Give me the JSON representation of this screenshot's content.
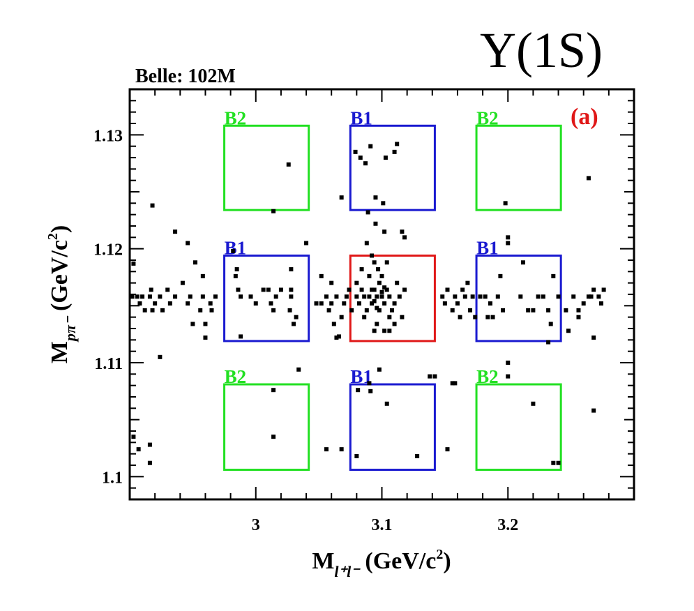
{
  "header": {
    "title": "Υ(1S)",
    "dataset": "Belle: 102M",
    "panel": "(a)"
  },
  "colors": {
    "signal": "#e01818",
    "b1": "#1a1ad0",
    "b2": "#22e022",
    "point": "#000000",
    "panel_label": "#e01818"
  },
  "chart_data": {
    "type": "scatter",
    "xlabel": {
      "main": "M",
      "sub": "l⁺l⁻",
      "unit": " (GeV/c",
      "unit_sup": "2",
      "close": ")"
    },
    "ylabel": {
      "main": "M",
      "sub": "pπ⁻",
      "unit": " (GeV/c",
      "unit_sup": "2",
      "close": ")"
    },
    "xlim": [
      2.9,
      3.3
    ],
    "ylim": [
      1.098,
      1.134
    ],
    "xticks": [
      3.0,
      3.1,
      3.2
    ],
    "xtick_labels": [
      "3",
      "3.1",
      "3.2"
    ],
    "yticks": [
      1.1,
      1.11,
      1.12,
      1.13
    ],
    "ytick_labels": [
      "1.1",
      "1.11",
      "1.12",
      "1.13"
    ],
    "regions": [
      {
        "label": "B2",
        "role": "b2",
        "x": [
          2.975,
          3.042
        ],
        "y": [
          1.1234,
          1.1308
        ]
      },
      {
        "label": "B1",
        "role": "b1",
        "x": [
          3.075,
          3.142
        ],
        "y": [
          1.1234,
          1.1308
        ]
      },
      {
        "label": "B2",
        "role": "b2",
        "x": [
          3.175,
          3.242
        ],
        "y": [
          1.1234,
          1.1308
        ]
      },
      {
        "label": "B1",
        "role": "b1",
        "x": [
          2.975,
          3.042
        ],
        "y": [
          1.1119,
          1.1194
        ]
      },
      {
        "label": "",
        "role": "signal",
        "x": [
          3.075,
          3.142
        ],
        "y": [
          1.1119,
          1.1194
        ]
      },
      {
        "label": "B1",
        "role": "b1",
        "x": [
          3.175,
          3.242
        ],
        "y": [
          1.1119,
          1.1194
        ]
      },
      {
        "label": "B2",
        "role": "b2",
        "x": [
          2.975,
          3.042
        ],
        "y": [
          1.1006,
          1.1081
        ]
      },
      {
        "label": "B1",
        "role": "b1",
        "x": [
          3.075,
          3.142
        ],
        "y": [
          1.1006,
          1.1081
        ]
      },
      {
        "label": "B2",
        "role": "b2",
        "x": [
          3.175,
          3.242
        ],
        "y": [
          1.1006,
          1.1081
        ]
      }
    ],
    "points": [
      [
        2.902,
        1.1158
      ],
      [
        2.906,
        1.1158
      ],
      [
        2.908,
        1.1152
      ],
      [
        2.91,
        1.1158
      ],
      [
        2.912,
        1.1146
      ],
      [
        2.916,
        1.1158
      ],
      [
        2.918,
        1.1146
      ],
      [
        2.917,
        1.1164
      ],
      [
        2.92,
        1.1152
      ],
      [
        2.924,
        1.1158
      ],
      [
        2.926,
        1.1146
      ],
      [
        2.93,
        1.1164
      ],
      [
        2.932,
        1.1152
      ],
      [
        2.936,
        1.1158
      ],
      [
        2.942,
        1.117
      ],
      [
        2.946,
        1.1152
      ],
      [
        2.948,
        1.1158
      ],
      [
        2.95,
        1.1134
      ],
      [
        2.952,
        1.1188
      ],
      [
        2.956,
        1.1146
      ],
      [
        2.958,
        1.1158
      ],
      [
        2.96,
        1.1122
      ],
      [
        2.964,
        1.1152
      ],
      [
        2.968,
        1.1158
      ],
      [
        2.965,
        1.1146
      ],
      [
        2.903,
        1.1187
      ],
      [
        2.903,
        1.1035
      ],
      [
        2.907,
        1.1024
      ],
      [
        2.916,
        1.1028
      ],
      [
        2.916,
        1.1012
      ],
      [
        2.918,
        1.1238
      ],
      [
        2.924,
        1.1105
      ],
      [
        2.936,
        1.1215
      ],
      [
        2.946,
        1.1205
      ],
      [
        2.958,
        1.1176
      ],
      [
        2.96,
        1.1134
      ],
      [
        2.982,
        1.1198
      ],
      [
        2.984,
        1.1176
      ],
      [
        2.985,
        1.1182
      ],
      [
        2.986,
        1.1164
      ],
      [
        2.988,
        1.1158
      ],
      [
        2.996,
        1.1158
      ],
      [
        3.0,
        1.1152
      ],
      [
        3.006,
        1.1164
      ],
      [
        3.01,
        1.1164
      ],
      [
        3.012,
        1.1152
      ],
      [
        3.016,
        1.1158
      ],
      [
        3.014,
        1.1146
      ],
      [
        3.02,
        1.1164
      ],
      [
        3.028,
        1.1164
      ],
      [
        3.028,
        1.1158
      ],
      [
        3.027,
        1.1146
      ],
      [
        3.03,
        1.1134
      ],
      [
        3.032,
        1.114
      ],
      [
        3.028,
        1.1182
      ],
      [
        3.04,
        1.1205
      ],
      [
        2.988,
        1.1123
      ],
      [
        3.026,
        1.1274
      ],
      [
        3.014,
        1.1233
      ],
      [
        3.014,
        1.1076
      ],
      [
        3.014,
        1.1035
      ],
      [
        3.034,
        1.1094
      ],
      [
        3.048,
        1.1152
      ],
      [
        3.052,
        1.1152
      ],
      [
        3.056,
        1.1158
      ],
      [
        3.058,
        1.1146
      ],
      [
        3.06,
        1.1152
      ],
      [
        3.064,
        1.1158
      ],
      [
        3.062,
        1.1134
      ],
      [
        3.066,
        1.1123
      ],
      [
        3.068,
        1.114
      ],
      [
        3.064,
        1.1122
      ],
      [
        3.07,
        1.1152
      ],
      [
        3.072,
        1.1158
      ],
      [
        3.074,
        1.1164
      ],
      [
        3.076,
        1.1146
      ],
      [
        3.052,
        1.1176
      ],
      [
        3.06,
        1.117
      ],
      [
        3.08,
        1.1158
      ],
      [
        3.082,
        1.1152
      ],
      [
        3.084,
        1.1164
      ],
      [
        3.086,
        1.1158
      ],
      [
        3.088,
        1.1146
      ],
      [
        3.09,
        1.1158
      ],
      [
        3.092,
        1.1152
      ],
      [
        3.094,
        1.1164
      ],
      [
        3.096,
        1.1158
      ],
      [
        3.098,
        1.1146
      ],
      [
        3.1,
        1.1158
      ],
      [
        3.102,
        1.1152
      ],
      [
        3.104,
        1.1164
      ],
      [
        3.106,
        1.1158
      ],
      [
        3.108,
        1.1146
      ],
      [
        3.11,
        1.1152
      ],
      [
        3.112,
        1.117
      ],
      [
        3.114,
        1.1158
      ],
      [
        3.116,
        1.114
      ],
      [
        3.118,
        1.1164
      ],
      [
        3.09,
        1.1176
      ],
      [
        3.094,
        1.1188
      ],
      [
        3.096,
        1.1134
      ],
      [
        3.1,
        1.1176
      ],
      [
        3.104,
        1.1188
      ],
      [
        3.086,
        1.114
      ],
      [
        3.102,
        1.1128
      ],
      [
        3.11,
        1.1134
      ],
      [
        3.084,
        1.1182
      ],
      [
        3.092,
        1.1194
      ],
      [
        3.097,
        1.1182
      ],
      [
        3.098,
        1.117
      ],
      [
        3.106,
        1.1128
      ],
      [
        3.092,
        1.1164
      ],
      [
        3.094,
        1.1154
      ],
      [
        3.096,
        1.1148
      ],
      [
        3.1,
        1.1162
      ],
      [
        3.102,
        1.1166
      ],
      [
        3.08,
        1.117
      ],
      [
        3.079,
        1.1285
      ],
      [
        3.083,
        1.128
      ],
      [
        3.087,
        1.1275
      ],
      [
        3.091,
        1.129
      ],
      [
        3.095,
        1.1245
      ],
      [
        3.101,
        1.124
      ],
      [
        3.103,
        1.128
      ],
      [
        3.11,
        1.1285
      ],
      [
        3.112,
        1.1292
      ],
      [
        3.068,
        1.1245
      ],
      [
        3.089,
        1.1232
      ],
      [
        3.095,
        1.1222
      ],
      [
        3.088,
        1.1205
      ],
      [
        3.102,
        1.1215
      ],
      [
        3.116,
        1.1215
      ],
      [
        3.118,
        1.121
      ],
      [
        3.094,
        1.1128
      ],
      [
        3.106,
        1.114
      ],
      [
        3.098,
        1.1094
      ],
      [
        3.104,
        1.1064
      ],
      [
        3.081,
        1.1076
      ],
      [
        3.09,
        1.1082
      ],
      [
        3.091,
        1.1075
      ],
      [
        3.08,
        1.1018
      ],
      [
        3.068,
        1.1024
      ],
      [
        3.056,
        1.1024
      ],
      [
        3.128,
        1.1018
      ],
      [
        3.138,
        1.1088
      ],
      [
        3.142,
        1.1088
      ],
      [
        3.156,
        1.1082
      ],
      [
        3.148,
        1.1158
      ],
      [
        3.15,
        1.1152
      ],
      [
        3.152,
        1.1164
      ],
      [
        3.156,
        1.1146
      ],
      [
        3.158,
        1.1158
      ],
      [
        3.16,
        1.1152
      ],
      [
        3.162,
        1.114
      ],
      [
        3.164,
        1.1164
      ],
      [
        3.166,
        1.1158
      ],
      [
        3.168,
        1.117
      ],
      [
        3.17,
        1.1146
      ],
      [
        3.172,
        1.1158
      ],
      [
        3.174,
        1.114
      ],
      [
        3.178,
        1.1158
      ],
      [
        3.182,
        1.1158
      ],
      [
        3.184,
        1.114
      ],
      [
        3.186,
        1.1152
      ],
      [
        3.188,
        1.114
      ],
      [
        3.192,
        1.1158
      ],
      [
        3.194,
        1.1176
      ],
      [
        3.196,
        1.1146
      ],
      [
        3.21,
        1.1158
      ],
      [
        3.216,
        1.1146
      ],
      [
        3.22,
        1.1146
      ],
      [
        3.224,
        1.1158
      ],
      [
        3.228,
        1.1158
      ],
      [
        3.232,
        1.1146
      ],
      [
        3.234,
        1.1134
      ],
      [
        3.236,
        1.1176
      ],
      [
        3.24,
        1.1158
      ],
      [
        3.246,
        1.1146
      ],
      [
        3.252,
        1.1158
      ],
      [
        3.256,
        1.1146
      ],
      [
        3.26,
        1.1152
      ],
      [
        3.264,
        1.1158
      ],
      [
        3.268,
        1.1164
      ],
      [
        3.272,
        1.1158
      ],
      [
        3.274,
        1.1152
      ],
      [
        3.276,
        1.1164
      ],
      [
        3.2,
        1.1205
      ],
      [
        3.2,
        1.121
      ],
      [
        3.212,
        1.1188
      ],
      [
        3.232,
        1.1118
      ],
      [
        3.236,
        1.1012
      ],
      [
        3.24,
        1.1012
      ],
      [
        3.248,
        1.1128
      ],
      [
        3.256,
        1.114
      ],
      [
        3.266,
        1.1158
      ],
      [
        3.268,
        1.1122
      ],
      [
        3.264,
        1.1262
      ],
      [
        3.268,
        1.1058
      ],
      [
        3.2,
        1.11
      ],
      [
        3.2,
        1.1088
      ],
      [
        3.198,
        1.124
      ],
      [
        3.22,
        1.1064
      ],
      [
        3.158,
        1.1082
      ],
      [
        3.152,
        1.1024
      ]
    ]
  }
}
